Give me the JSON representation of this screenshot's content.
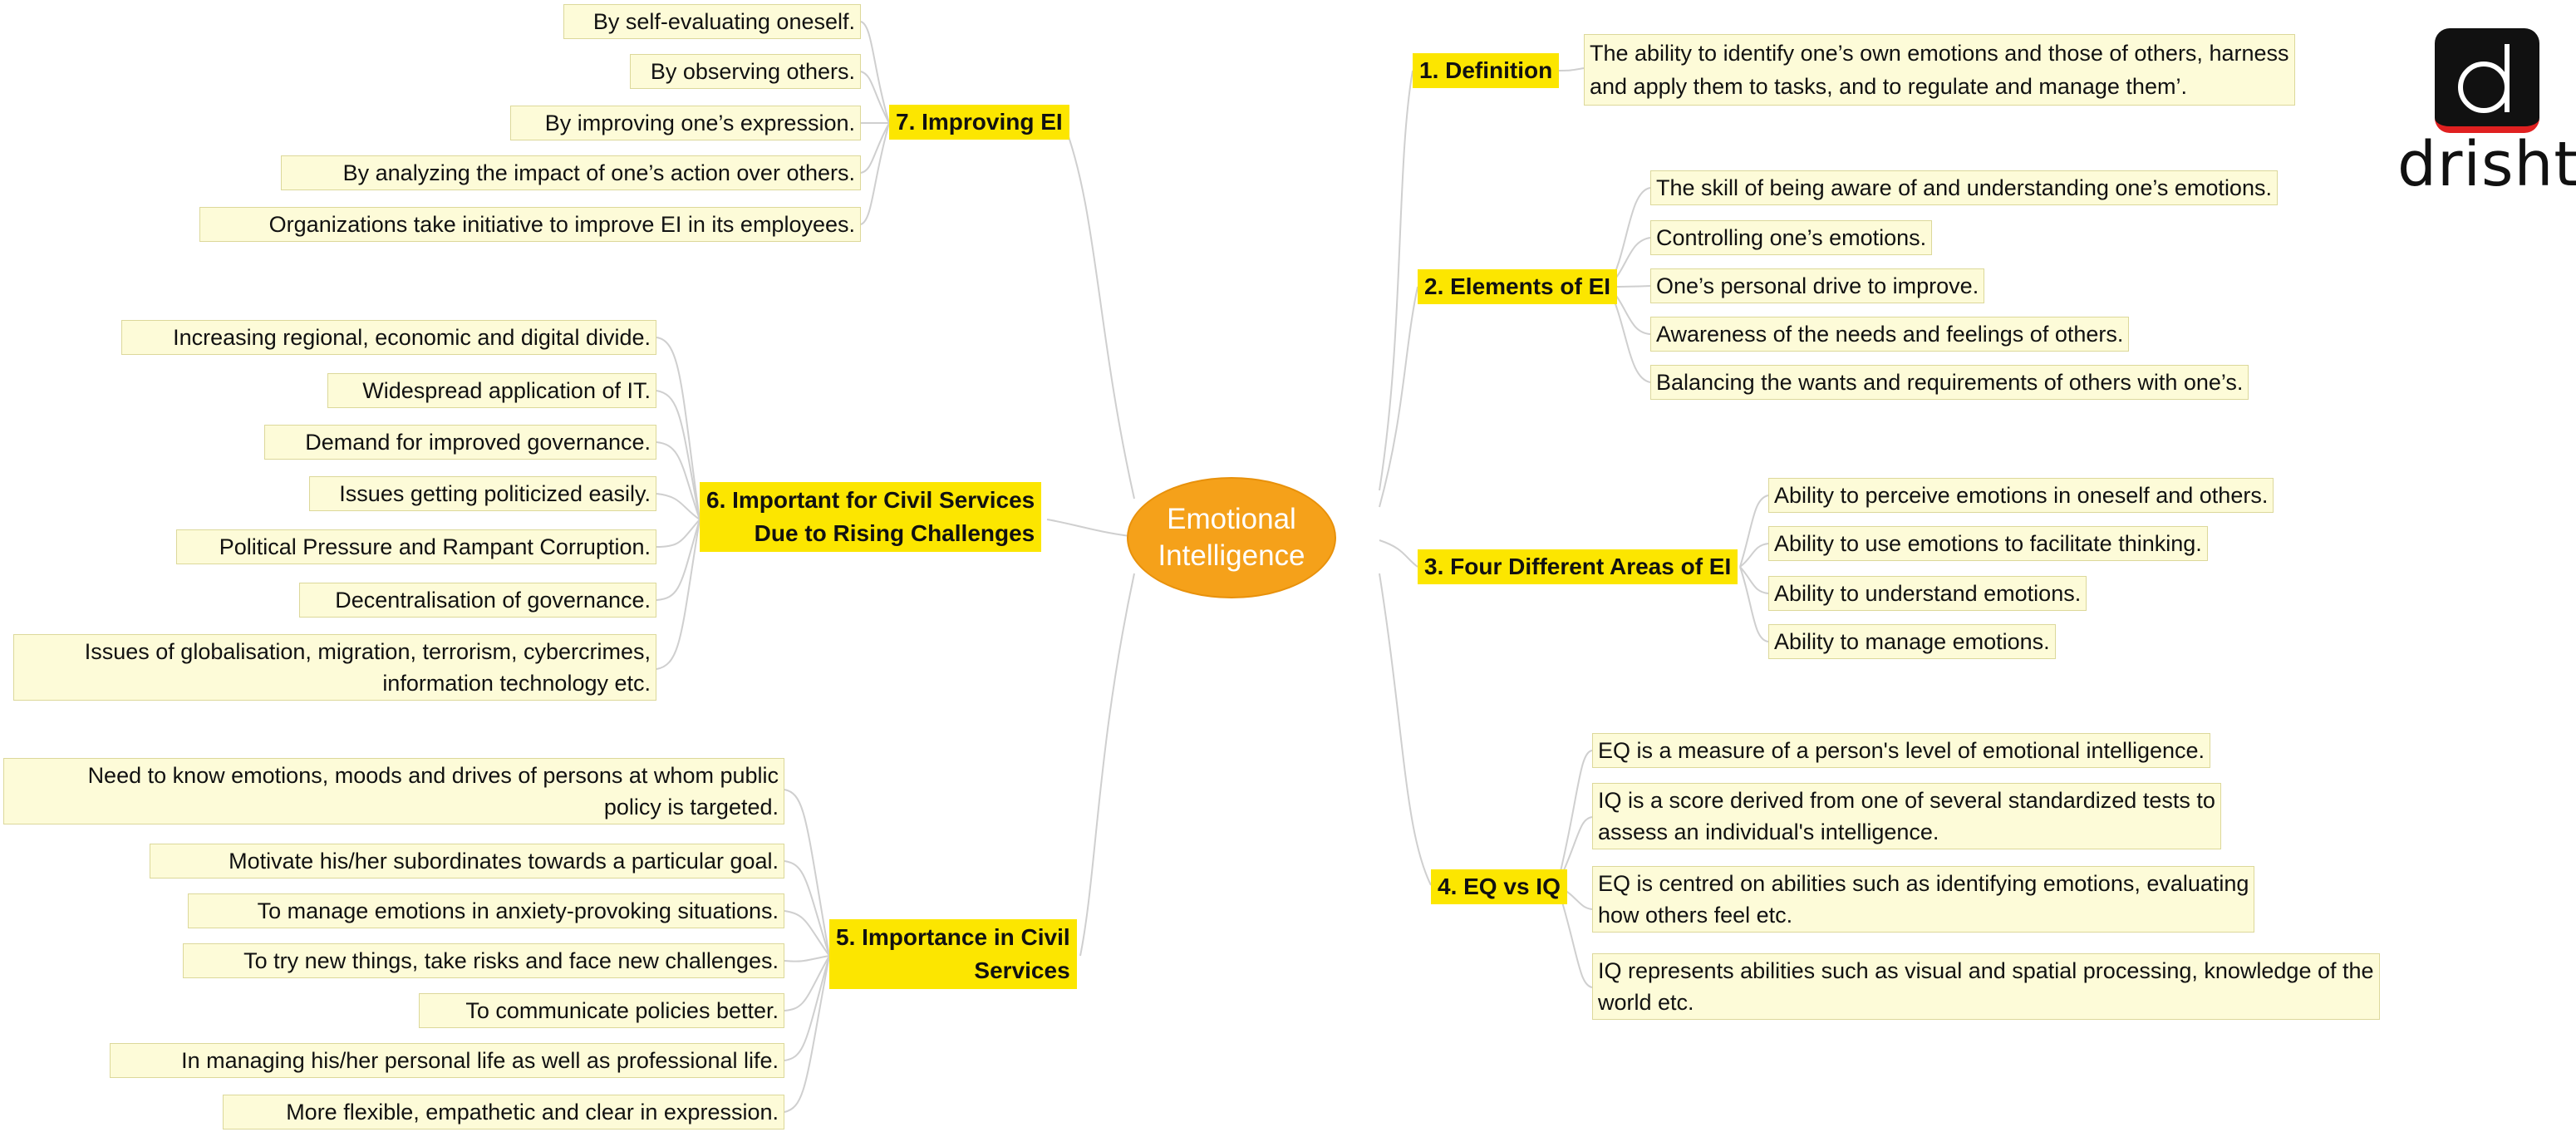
{
  "center": {
    "line1": "Emotional",
    "line2": "Intelligence"
  },
  "logo": {
    "text": "drishti"
  },
  "branches": {
    "b1": {
      "label": "1. Definition",
      "leaves": [
        "The ability to identify one’s own emotions and those of others, harness",
        "and apply them to tasks, and to regulate and manage them’."
      ]
    },
    "b2": {
      "label": "2. Elements of EI",
      "leaves": [
        "The skill of being aware of and understanding one’s emotions.",
        "Controlling one’s emotions.",
        "One’s personal drive to improve.",
        "Awareness of the needs and feelings of others.",
        "Balancing the wants and requirements of others with one’s."
      ]
    },
    "b3": {
      "label": "3. Four Different Areas of EI",
      "leaves": [
        "Ability to perceive emotions in oneself and others.",
        "Ability to use emotions to facilitate thinking.",
        "Ability to understand emotions.",
        "Ability to manage emotions."
      ]
    },
    "b4": {
      "label": "4. EQ vs IQ",
      "leaves": [
        {
          "l1": "EQ is a measure of a person's level of emotional intelligence.",
          "l2": ""
        },
        {
          "l1": "IQ is a score derived from one of several standardized tests to",
          "l2": "assess an individual's intelligence."
        },
        {
          "l1": "EQ is centred on abilities such as identifying emotions, evaluating",
          "l2": "how others feel etc."
        },
        {
          "l1": "IQ represents abilities such as visual and spatial processing, knowledge of the",
          "l2": "world etc."
        }
      ]
    },
    "b5": {
      "label1": "5. Importance in Civil",
      "label2": "Services",
      "leaves": [
        {
          "l1": "Need to know emotions, moods and drives of persons at whom public",
          "l2": "policy is targeted."
        },
        {
          "l1": "Motivate his/her subordinates towards a particular goal.",
          "l2": ""
        },
        {
          "l1": "To manage emotions in anxiety-provoking situations.",
          "l2": ""
        },
        {
          "l1": "To try new things, take risks and face new challenges.",
          "l2": ""
        },
        {
          "l1": "To communicate policies better.",
          "l2": ""
        },
        {
          "l1": "In managing his/her personal life as well as professional life.",
          "l2": ""
        },
        {
          "l1": "More flexible, empathetic and clear in expression.",
          "l2": ""
        }
      ]
    },
    "b6": {
      "label1": "6. Important for Civil Services",
      "label2": "Due to Rising Challenges",
      "leaves": [
        {
          "l1": "Increasing regional, economic and digital divide.",
          "l2": ""
        },
        {
          "l1": "Widespread application of IT.",
          "l2": ""
        },
        {
          "l1": "Demand for improved governance.",
          "l2": ""
        },
        {
          "l1": "Issues getting politicized easily.",
          "l2": ""
        },
        {
          "l1": "Political Pressure and Rampant Corruption.",
          "l2": ""
        },
        {
          "l1": "Decentralisation of governance.",
          "l2": ""
        },
        {
          "l1": "Issues of globalisation, migration, terrorism, cybercrimes,",
          "l2": "information technology etc."
        }
      ]
    },
    "b7": {
      "label": "7. Improving EI",
      "leaves": [
        "By self-evaluating oneself.",
        "By observing others.",
        "By improving one’s expression.",
        "By analyzing the impact of one’s action over others.",
        "Organizations take initiative to improve EI in its employees."
      ]
    }
  }
}
